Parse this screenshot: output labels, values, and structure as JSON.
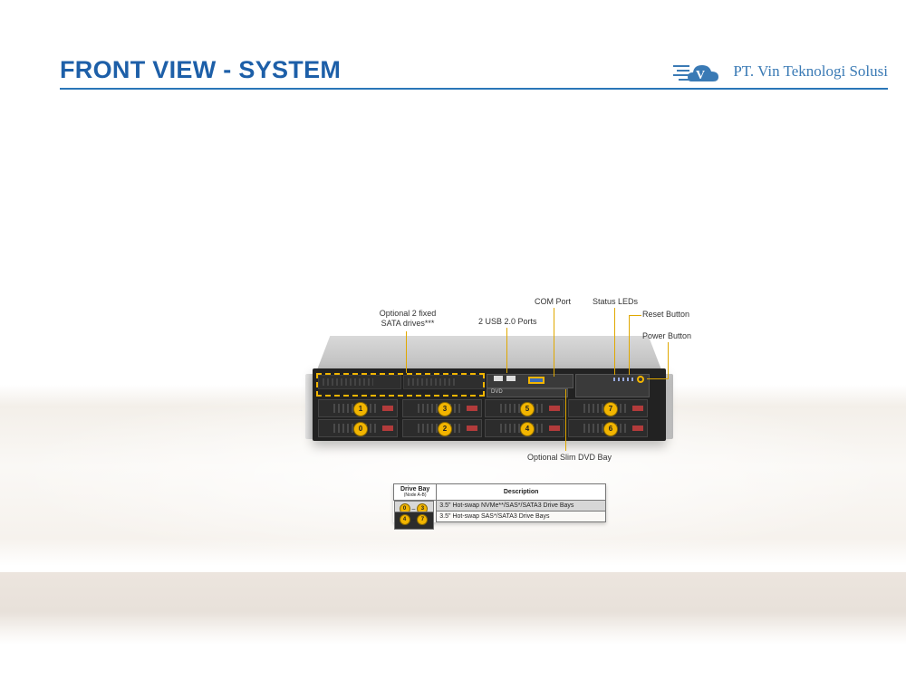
{
  "header": {
    "title": "FRONT VIEW - SYSTEM",
    "brand_name": "PT. Vin Teknologi Solusi",
    "brand_logo_letter": "V",
    "accent_color": "#1d5fa8"
  },
  "diagram": {
    "callouts": {
      "sata": "Optional 2 fixed\nSATA drives***",
      "usb": "2 USB 2.0 Ports",
      "com": "COM Port",
      "status": "Status LEDs",
      "reset": "Reset Button",
      "power": "Power Button",
      "dvd": "Optional Slim DVD Bay"
    },
    "dvd_label": "DVD",
    "bays_top": [
      "1",
      "3",
      "5",
      "7"
    ],
    "bays_bottom": [
      "0",
      "2",
      "4",
      "6"
    ],
    "highlight_color": "#f2b500"
  },
  "table": {
    "col_bay": "Drive Bay",
    "col_bay_sub": "(Node A-B)",
    "col_desc": "Description",
    "rows": [
      {
        "from": "0",
        "to": "3",
        "desc": "3.5\" Hot-swap NVMe**/SAS*/SATA3 Drive  Bays"
      },
      {
        "from": "4",
        "to": "7",
        "desc": "3.5\" Hot-swap SAS*/SATA3 Drive  Bays"
      }
    ],
    "separator": "–"
  }
}
